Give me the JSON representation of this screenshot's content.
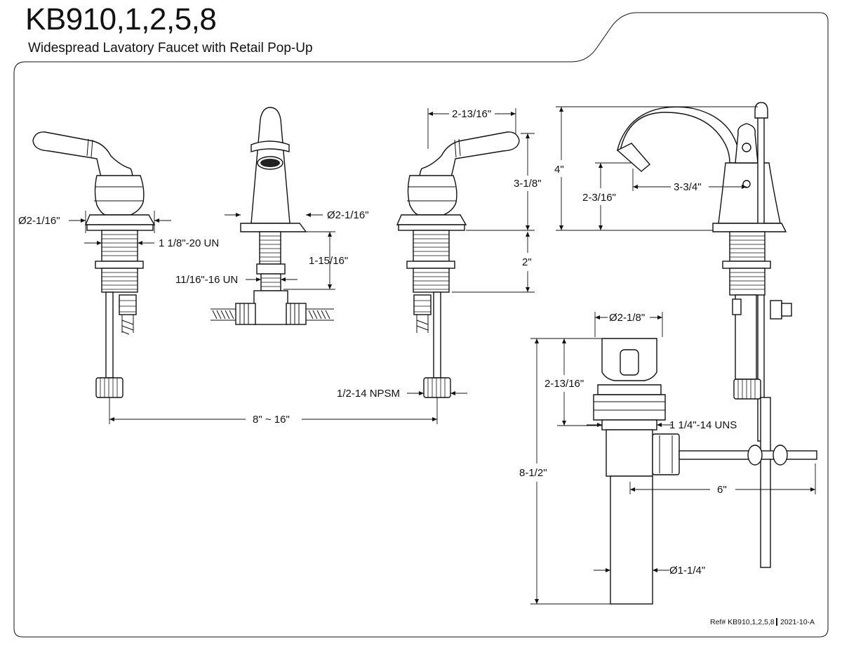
{
  "header": {
    "title": "KB910,1,2,5,8",
    "subtitle": "Widespread Lavatory Faucet with Retail Pop-Up"
  },
  "dimensions": {
    "left_handle_flange_dia": "Ø2-1/16\"",
    "left_shank_thread": "1 1/8\"-20 UN",
    "spout_flange_dia": "Ø2-1/16\"",
    "spout_tee_thread": "11/16\"-16 UN",
    "spout_shank_length": "1-15/16\"",
    "handle_reach": "2-13/16\"",
    "handle_height": "3-1/8\"",
    "shank_length": "2\"",
    "supply_thread": "1/2-14 NPSM",
    "center_spread": "8\" ~ 16\"",
    "overall_height": "4\"",
    "aerator_height": "2-3/16\"",
    "spout_reach": "3-3/4\"",
    "drain_flange_dia": "Ø2-1/8\"",
    "drain_flange_height": "2-13/16\"",
    "drain_thread": "1 1/4\"-14 UNS",
    "drain_body_length": "8-1/2\"",
    "pivot_rod_length": "6\"",
    "tailpiece_dia": "Ø1-1/4\""
  },
  "footer": {
    "ref": "Ref# KB910,1,2,5,8",
    "date": "2021-10-A"
  }
}
